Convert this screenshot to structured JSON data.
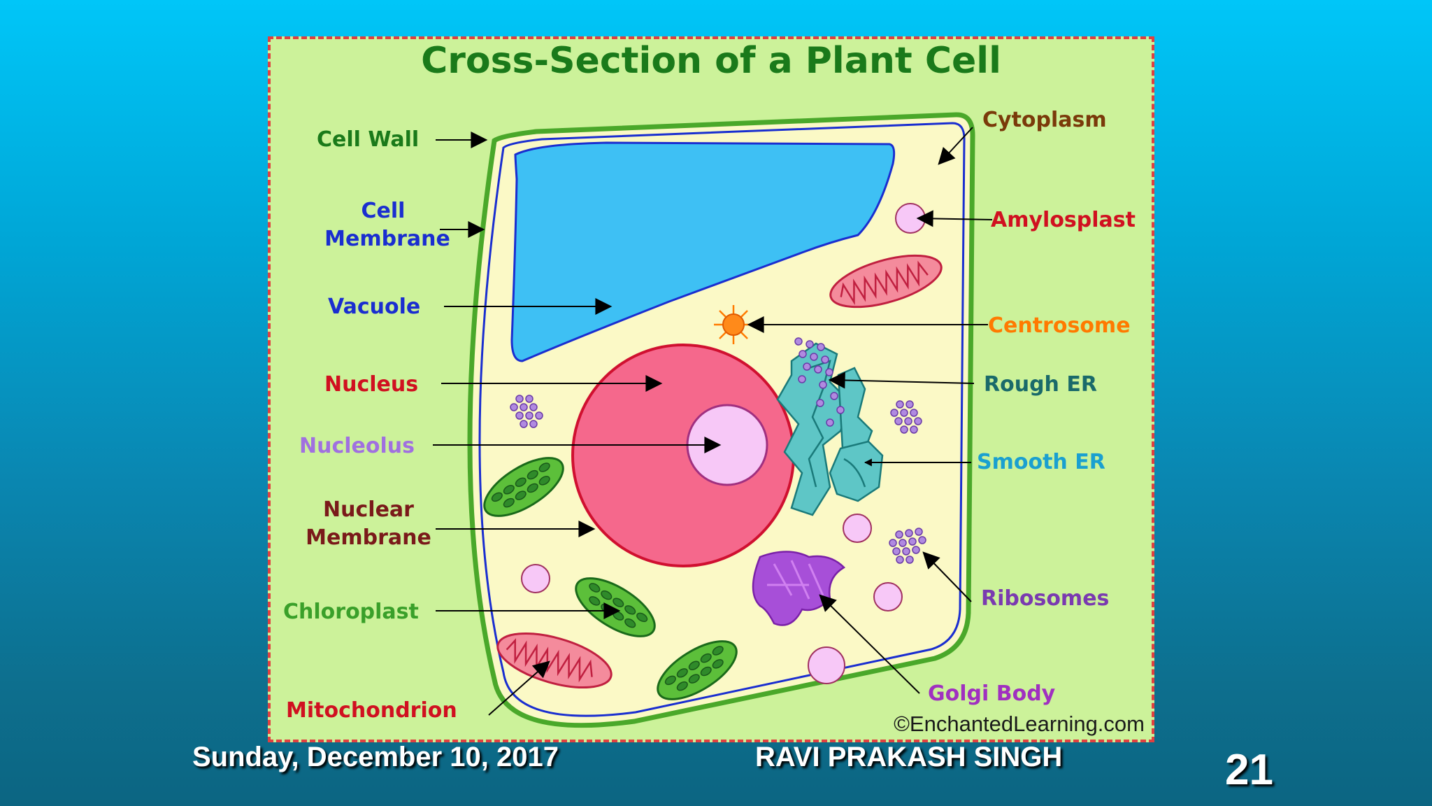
{
  "title": "Cross-Section of a Plant Cell",
  "credit": "©EnchantedLearning.com",
  "labels": {
    "cell_wall": "Cell Wall",
    "cell_membrane_1": "Cell",
    "cell_membrane_2": "Membrane",
    "vacuole": "Vacuole",
    "nucleus": "Nucleus",
    "nucleolus": "Nucleolus",
    "nuclear_membrane_1": "Nuclear",
    "nuclear_membrane_2": "Membrane",
    "chloroplast": "Chloroplast",
    "mitochondrion": "Mitochondrion",
    "cytoplasm": "Cytoplasm",
    "amylosplast": "Amylosplast",
    "centrosome": "Centrosome",
    "rough_er": "Rough ER",
    "smooth_er": "Smooth ER",
    "ribosomes": "Ribosomes",
    "golgi_body": "Golgi Body"
  },
  "footer": {
    "date": "Sunday, December 10, 2017",
    "author": "RAVI PRAKASH SINGH",
    "page": "21"
  },
  "colors": {
    "background_top": "#00c6f8",
    "background_bottom": "#0c6582",
    "panel": "#ccf29a",
    "panel_border": "#e04040",
    "title": "#1a7a1a",
    "cell_wall": "#4aa82a",
    "cell_membrane": "#1a2ed0",
    "cytoplasm": "#fbf9c6",
    "vacuole": "#3ec0f4",
    "nucleus": "#f5688c",
    "nucleolus": "#f7c8f7",
    "chloroplast": "#5cbf3a",
    "mitochondrion": "#f48b9c",
    "centrosome": "#ff8a1a",
    "rough_er": "#5ec6c6",
    "ribosomes": "#9a5cd8",
    "golgi": "#a74fd8",
    "amyloplast": "#f7c8f7"
  }
}
